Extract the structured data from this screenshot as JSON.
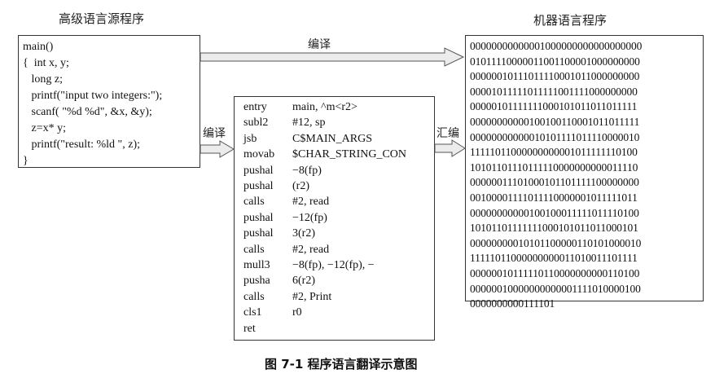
{
  "titles": {
    "source": "高级语言源程序",
    "machine": "机器语言程序"
  },
  "source_code": [
    "main()",
    "{  int x, y;",
    "   long z;",
    "   printf(\"input two integers:\");",
    "   scanf( \"%d %d\", &x, &y);",
    "   z=x* y;",
    "   printf(\"result: %ld \", z);",
    "}"
  ],
  "assembly": [
    {
      "op": "entry",
      "arg": "main, ^m<r2>"
    },
    {
      "op": "subl2",
      "arg": "#12, sp"
    },
    {
      "op": "jsb",
      "arg": "C$MAIN_ARGS"
    },
    {
      "op": "movab",
      "arg": "$CHAR_STRING_CON"
    },
    {
      "op": "pushal",
      "arg": "−8(fp)"
    },
    {
      "op": "pushal",
      "arg": "(r2)"
    },
    {
      "op": "calls",
      "arg": "#2, read"
    },
    {
      "op": "pushal",
      "arg": "−12(fp)"
    },
    {
      "op": "pushal",
      "arg": "3(r2)"
    },
    {
      "op": "calls",
      "arg": "#2, read"
    },
    {
      "op": "mull3",
      "arg": "−8(fp), −12(fp), −"
    },
    {
      "op": "pusha",
      "arg": "6(r2)"
    },
    {
      "op": "calls",
      "arg": "#2, Print"
    },
    {
      "op": "cls1",
      "arg": "r0"
    },
    {
      "op": "ret",
      "arg": ""
    }
  ],
  "machine_code": [
    "00000000000001000000000000000000",
    "01011110000011001100001000000000",
    "00000010111011110001011000000000",
    "00001011111011111001111000000000",
    "00000101111111000101011011011111",
    "00000000000100100110001011011111",
    "00000000000010101111011110000010",
    "11111011000000000001011111110100",
    "10101101110111110000000000011110",
    "00000011101000101101111100000000",
    "00100001111011110000001011111011",
    "00000000000100100011111011110100",
    "10101101111111000101011011000101",
    "00000000010101100000110101000010",
    "11111011000000000011010011101111",
    "00000010111110110000000000110100",
    "00000010000000000001111010000100",
    "0000000000111101"
  ],
  "arrows": {
    "top": "编译",
    "middle": "编译",
    "right": "汇编"
  },
  "caption": "图 7-1    程序语言翻译示意图"
}
